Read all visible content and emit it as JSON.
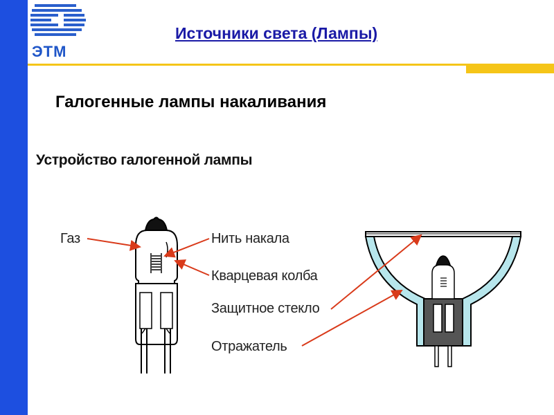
{
  "header": {
    "logo_text": "ЭТМ",
    "title": "Источники света (Лампы)"
  },
  "main": {
    "subtitle": "Галогенные лампы накаливания",
    "section_heading": "Устройство галогенной лампы",
    "labels": {
      "gas": "Газ",
      "filament": "Нить накала",
      "quartz_bulb": "Кварцевая колба",
      "protective_glass": "Защитное стекло",
      "reflector": "Отражатель"
    }
  },
  "colors": {
    "left_bar": "#1d4fe0",
    "title": "#1a1aa6",
    "accent_yellow": "#f5c518",
    "arrow": "#d93a1a",
    "reflector_fill": "#b7e6ec"
  }
}
